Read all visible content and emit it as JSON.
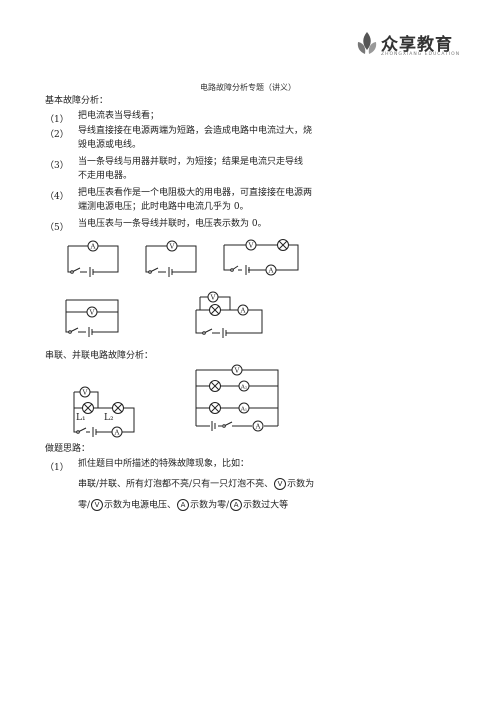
{
  "brand": {
    "name": "众享教育",
    "sub": "ZHONGXIANG EDUCATION"
  },
  "title": "电路故障分析专题（讲义）",
  "section1": {
    "heading": "基本故障分析：",
    "items": [
      {
        "num": "（1）",
        "lines": [
          "把电流表当导线看；"
        ]
      },
      {
        "num": "（2）",
        "lines": [
          "导线直接接在电源两端为短路，会造成电路中电流过大，烧",
          "毁电源或电线。"
        ]
      },
      {
        "num": "（3）",
        "lines": [
          "当一条导线与用器并联时，为短接；结果是电流只走导线",
          "不走用电器。"
        ]
      },
      {
        "num": "（4）",
        "lines": [
          "把电压表看作是一个电阻极大的用电器，可直接接在电源两",
          "端测电源电压；此时电路中电流几乎为 0。"
        ]
      },
      {
        "num": "（5）",
        "lines": [
          "当电压表与一条导线并联时，电压表示数为 0。"
        ]
      }
    ]
  },
  "section2": {
    "heading": "串联、并联电路故障分析："
  },
  "section3": {
    "heading": "做题思路：",
    "item_num": "（1）",
    "item_text": "抓住题目中所描述的特殊故障现象，比如：",
    "line2_a": "串联/并联、所有灯泡都不亮/只有一只灯泡不亮、",
    "line2_b": "示数为",
    "line3_a": "零/",
    "line3_b": "示数为电源电压、",
    "line3_c": "示数为零/",
    "line3_d": "示数过大等"
  },
  "symbols": {
    "ammeter": "A",
    "voltmeter": "V",
    "A1": "A₁",
    "A2": "A₂",
    "L1": "L₁",
    "L2": "L₂"
  }
}
